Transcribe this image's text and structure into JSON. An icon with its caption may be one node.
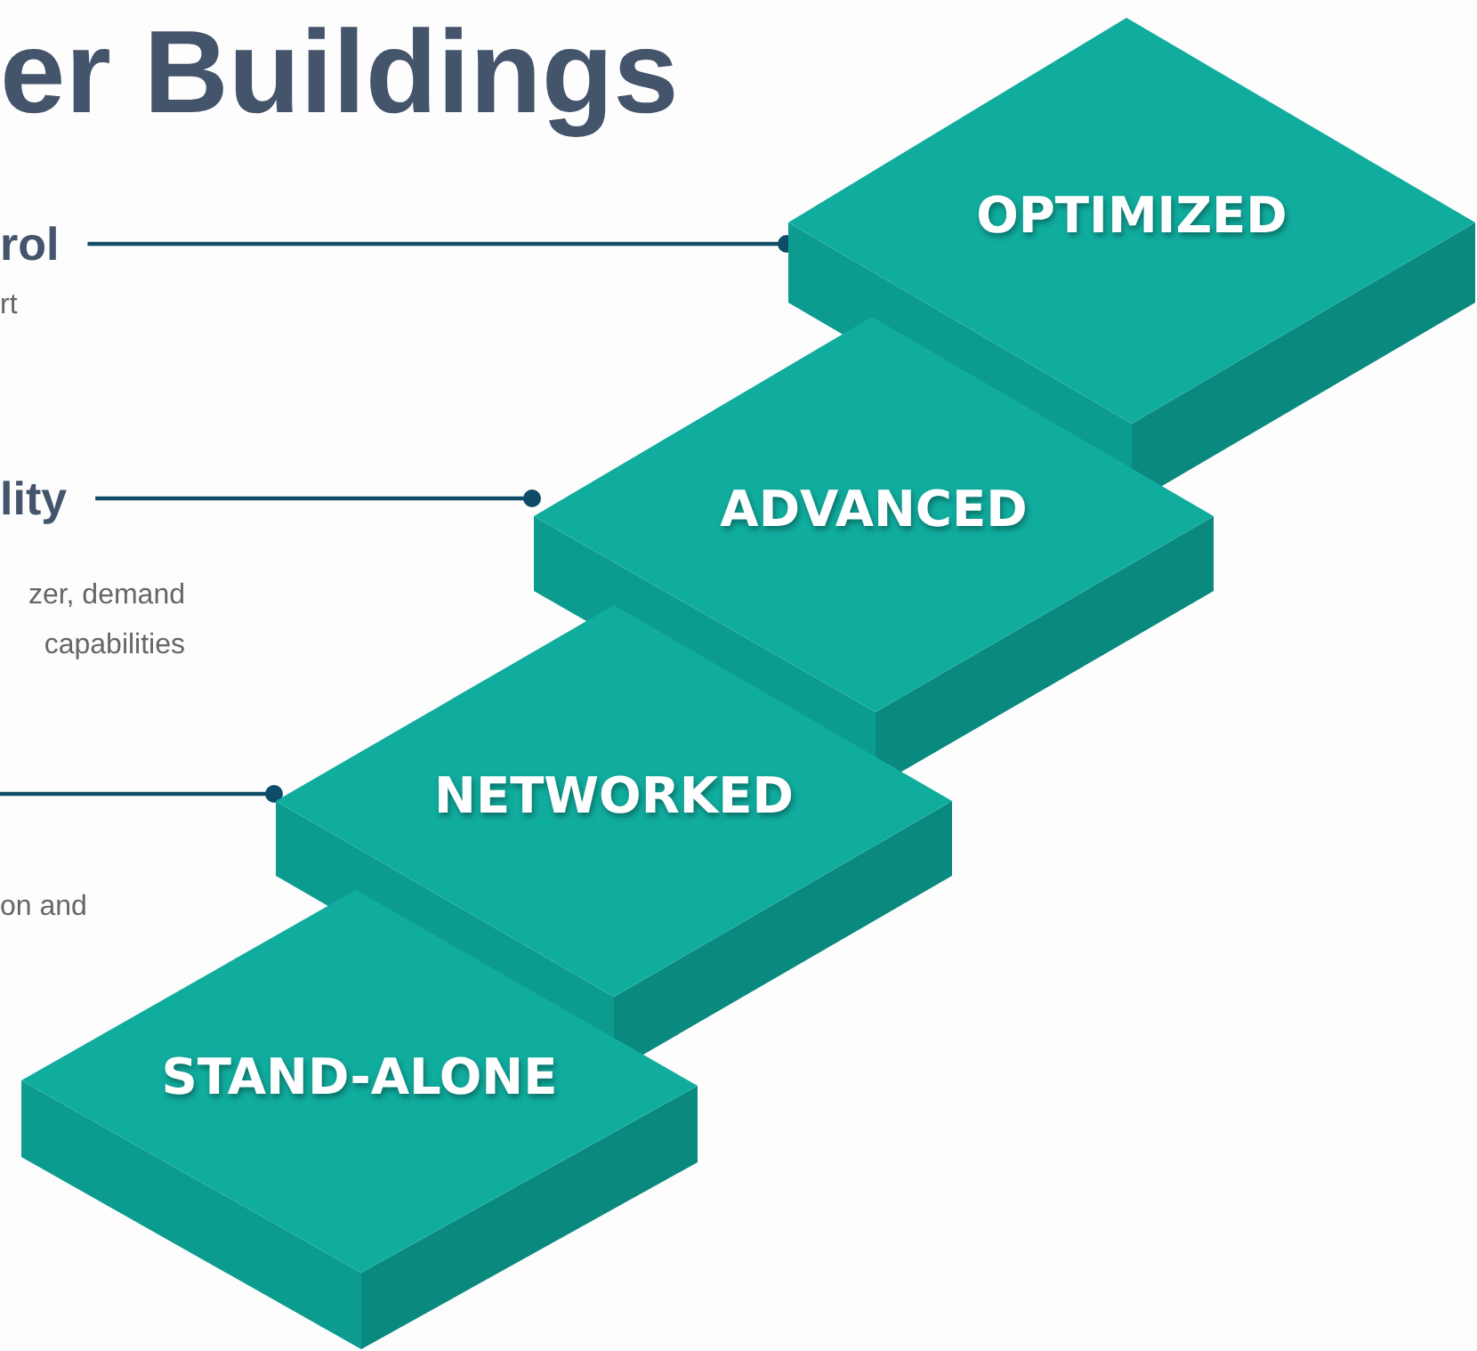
{
  "diagram": {
    "title": "er Buildings",
    "nodes": [
      {
        "text": [
          "rol",
          "rt"
        ]
      },
      {
        "text": [
          "lity",
          "zer, demand capabilities"
        ]
      },
      {
        "text": [
          "OPTIMIZED"
        ]
      },
      {
        "text": [
          "ADVANCED"
        ]
      },
      {
        "text": [
          "NETWORKED"
        ]
      },
      {
        "text": [
          "STAND-ALONE"
        ]
      }
    ],
    "edges": [
      {
        "from": 0,
        "to": 2,
        "arrow": "other"
      },
      {
        "from": 1,
        "to": 3,
        "arrow": "other"
      },
      {
        "from": null,
        "to": 4,
        "arrow": "other"
      }
    ],
    "labels": [
      "on and"
    ]
  }
}
